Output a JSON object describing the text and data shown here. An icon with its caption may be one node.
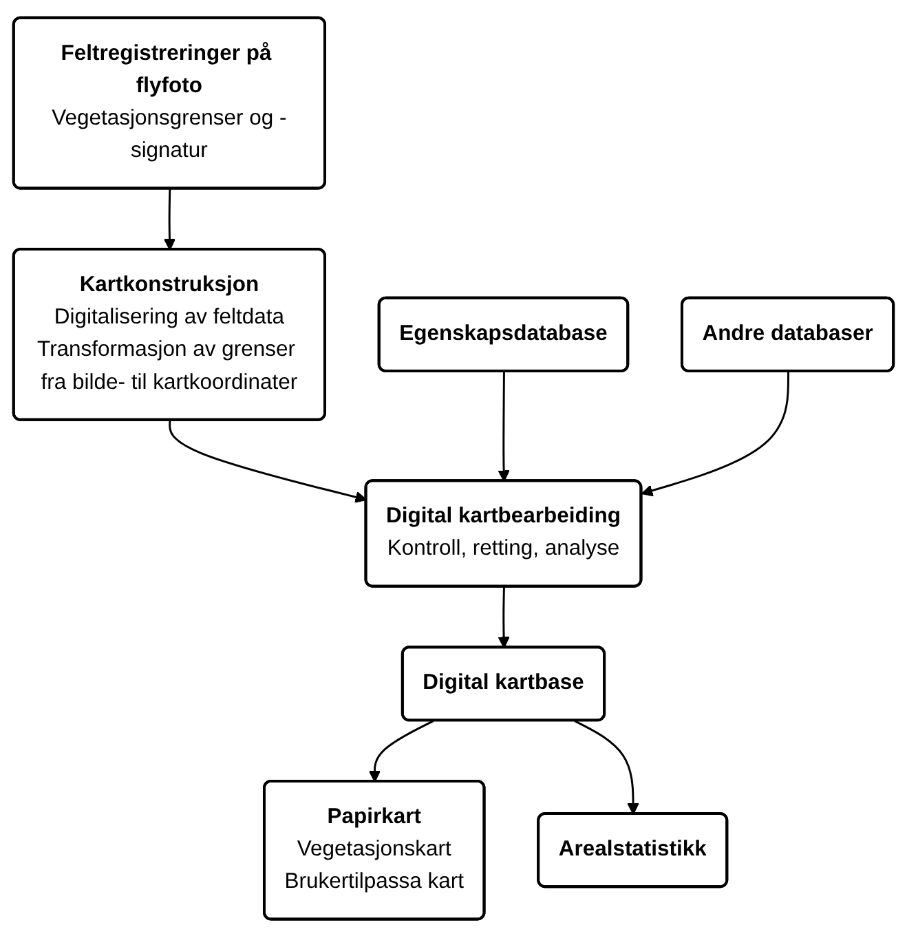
{
  "diagram": {
    "nodes": [
      {
        "text": [
          "Feltregistreringer på flyfoto",
          "Vegetasjonsgrenser og -signatur"
        ]
      },
      {
        "text": [
          "Kartkonstruksjon",
          "Digitalisering av feltdata",
          "Transformasjon av grenser fra bilde- til kartkoordinater"
        ]
      },
      {
        "text": [
          "Digital kartbearbeiding",
          "Kontroll, retting, analyse"
        ]
      },
      {
        "text": [
          "Egenskapsdatabase"
        ]
      },
      {
        "text": [
          "Andre databaser"
        ]
      },
      {
        "text": [
          "Digital kartbase"
        ]
      },
      {
        "text": [
          "Papirkart",
          "Vegetasjonskart",
          "Brukertilpassa kart"
        ]
      },
      {
        "text": [
          "Arealstatistikk"
        ]
      }
    ],
    "edges": [
      {
        "from": 0,
        "to": 1,
        "arrow": "to"
      },
      {
        "from": 1,
        "to": 2,
        "arrow": "to"
      },
      {
        "from": 3,
        "to": 2,
        "arrow": "to"
      },
      {
        "from": 4,
        "to": 2,
        "arrow": "to"
      },
      {
        "from": 2,
        "to": 5,
        "arrow": "to"
      },
      {
        "from": 5,
        "to": 6,
        "arrow": "to"
      },
      {
        "from": 5,
        "to": 7,
        "arrow": "to"
      }
    ]
  }
}
